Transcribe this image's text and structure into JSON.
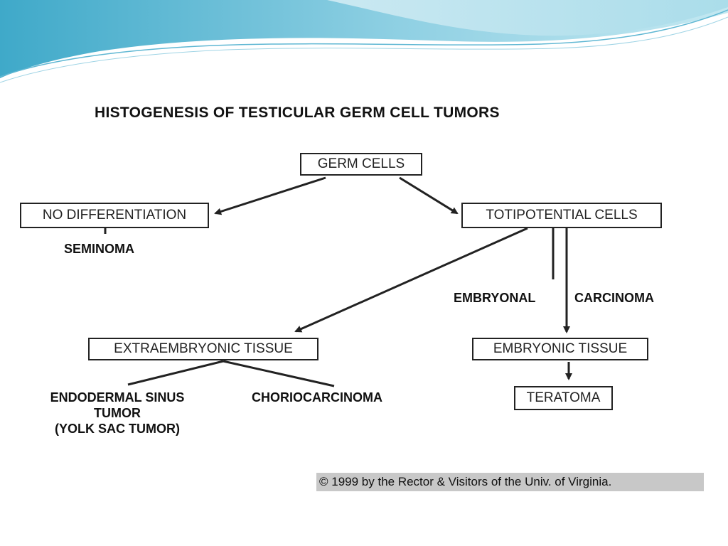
{
  "figure": {
    "title": "HISTOGENESIS OF TESTICULAR GERM CELL TUMORS",
    "boxes": {
      "germ_cells": "GERM CELLS",
      "no_differentiation": "NO DIFFERENTIATION",
      "totipotential_cells": "TOTIPOTENTIAL CELLS",
      "extraembryonic_tissue": "EXTRAEMBRYONIC TISSUE",
      "embryonic_tissue": "EMBRYONIC TISSUE",
      "teratoma": "TERATOMA"
    },
    "labels": {
      "seminoma": "SEMINOMA",
      "embryonal": "EMBRYONAL",
      "carcinoma": "CARCINOMA",
      "endodermal_line1": "ENDODERMAL SINUS",
      "endodermal_line2": "TUMOR",
      "endodermal_line3": "(YOLK SAC TUMOR)",
      "choriocarcinoma": "CHORIOCARCINOMA"
    },
    "copyright": "© 1999 by the Rector & Visitors of the Univ. of Virginia."
  },
  "colors": {
    "wave_dark": "#5bbcd6",
    "wave_light": "#a9dcea",
    "copyright_bg": "#c8c8c8"
  }
}
